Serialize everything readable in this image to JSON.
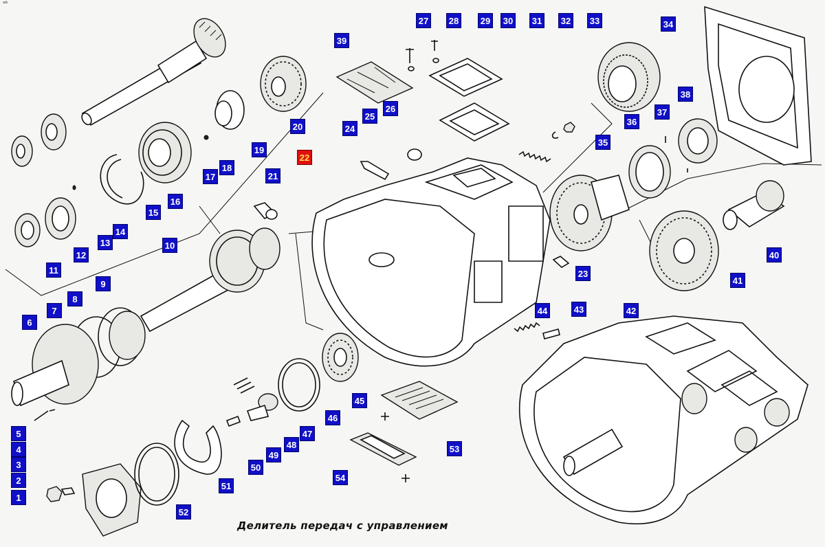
{
  "caption": "Делитель передач с управлением",
  "corner_mark": "ᵃᵇ",
  "highlight_color": "#e01010",
  "label_color": "#1010c8",
  "parts": [
    {
      "n": "1",
      "hl": false
    },
    {
      "n": "2",
      "hl": false
    },
    {
      "n": "3",
      "hl": false
    },
    {
      "n": "4",
      "hl": false
    },
    {
      "n": "5",
      "hl": false
    },
    {
      "n": "6",
      "hl": false
    },
    {
      "n": "7",
      "hl": false
    },
    {
      "n": "8",
      "hl": false
    },
    {
      "n": "9",
      "hl": false
    },
    {
      "n": "10",
      "hl": false
    },
    {
      "n": "11",
      "hl": false
    },
    {
      "n": "12",
      "hl": false
    },
    {
      "n": "13",
      "hl": false
    },
    {
      "n": "14",
      "hl": false
    },
    {
      "n": "15",
      "hl": false
    },
    {
      "n": "16",
      "hl": false
    },
    {
      "n": "17",
      "hl": false
    },
    {
      "n": "18",
      "hl": false
    },
    {
      "n": "19",
      "hl": false
    },
    {
      "n": "20",
      "hl": false
    },
    {
      "n": "21",
      "hl": false
    },
    {
      "n": "22",
      "hl": true
    },
    {
      "n": "23",
      "hl": false
    },
    {
      "n": "24",
      "hl": false
    },
    {
      "n": "25",
      "hl": false
    },
    {
      "n": "26",
      "hl": false
    },
    {
      "n": "27",
      "hl": false
    },
    {
      "n": "28",
      "hl": false
    },
    {
      "n": "29",
      "hl": false
    },
    {
      "n": "30",
      "hl": false
    },
    {
      "n": "31",
      "hl": false
    },
    {
      "n": "32",
      "hl": false
    },
    {
      "n": "33",
      "hl": false
    },
    {
      "n": "34",
      "hl": false
    },
    {
      "n": "35",
      "hl": false
    },
    {
      "n": "36",
      "hl": false
    },
    {
      "n": "37",
      "hl": false
    },
    {
      "n": "38",
      "hl": false
    },
    {
      "n": "39",
      "hl": false
    },
    {
      "n": "40",
      "hl": false
    },
    {
      "n": "41",
      "hl": false
    },
    {
      "n": "42",
      "hl": false
    },
    {
      "n": "43",
      "hl": false
    },
    {
      "n": "44",
      "hl": false
    },
    {
      "n": "45",
      "hl": false
    },
    {
      "n": "46",
      "hl": false
    },
    {
      "n": "47",
      "hl": false
    },
    {
      "n": "48",
      "hl": false
    },
    {
      "n": "49",
      "hl": false
    },
    {
      "n": "50",
      "hl": false
    },
    {
      "n": "51",
      "hl": false
    },
    {
      "n": "52",
      "hl": false
    },
    {
      "n": "53",
      "hl": false
    },
    {
      "n": "54",
      "hl": false
    }
  ]
}
